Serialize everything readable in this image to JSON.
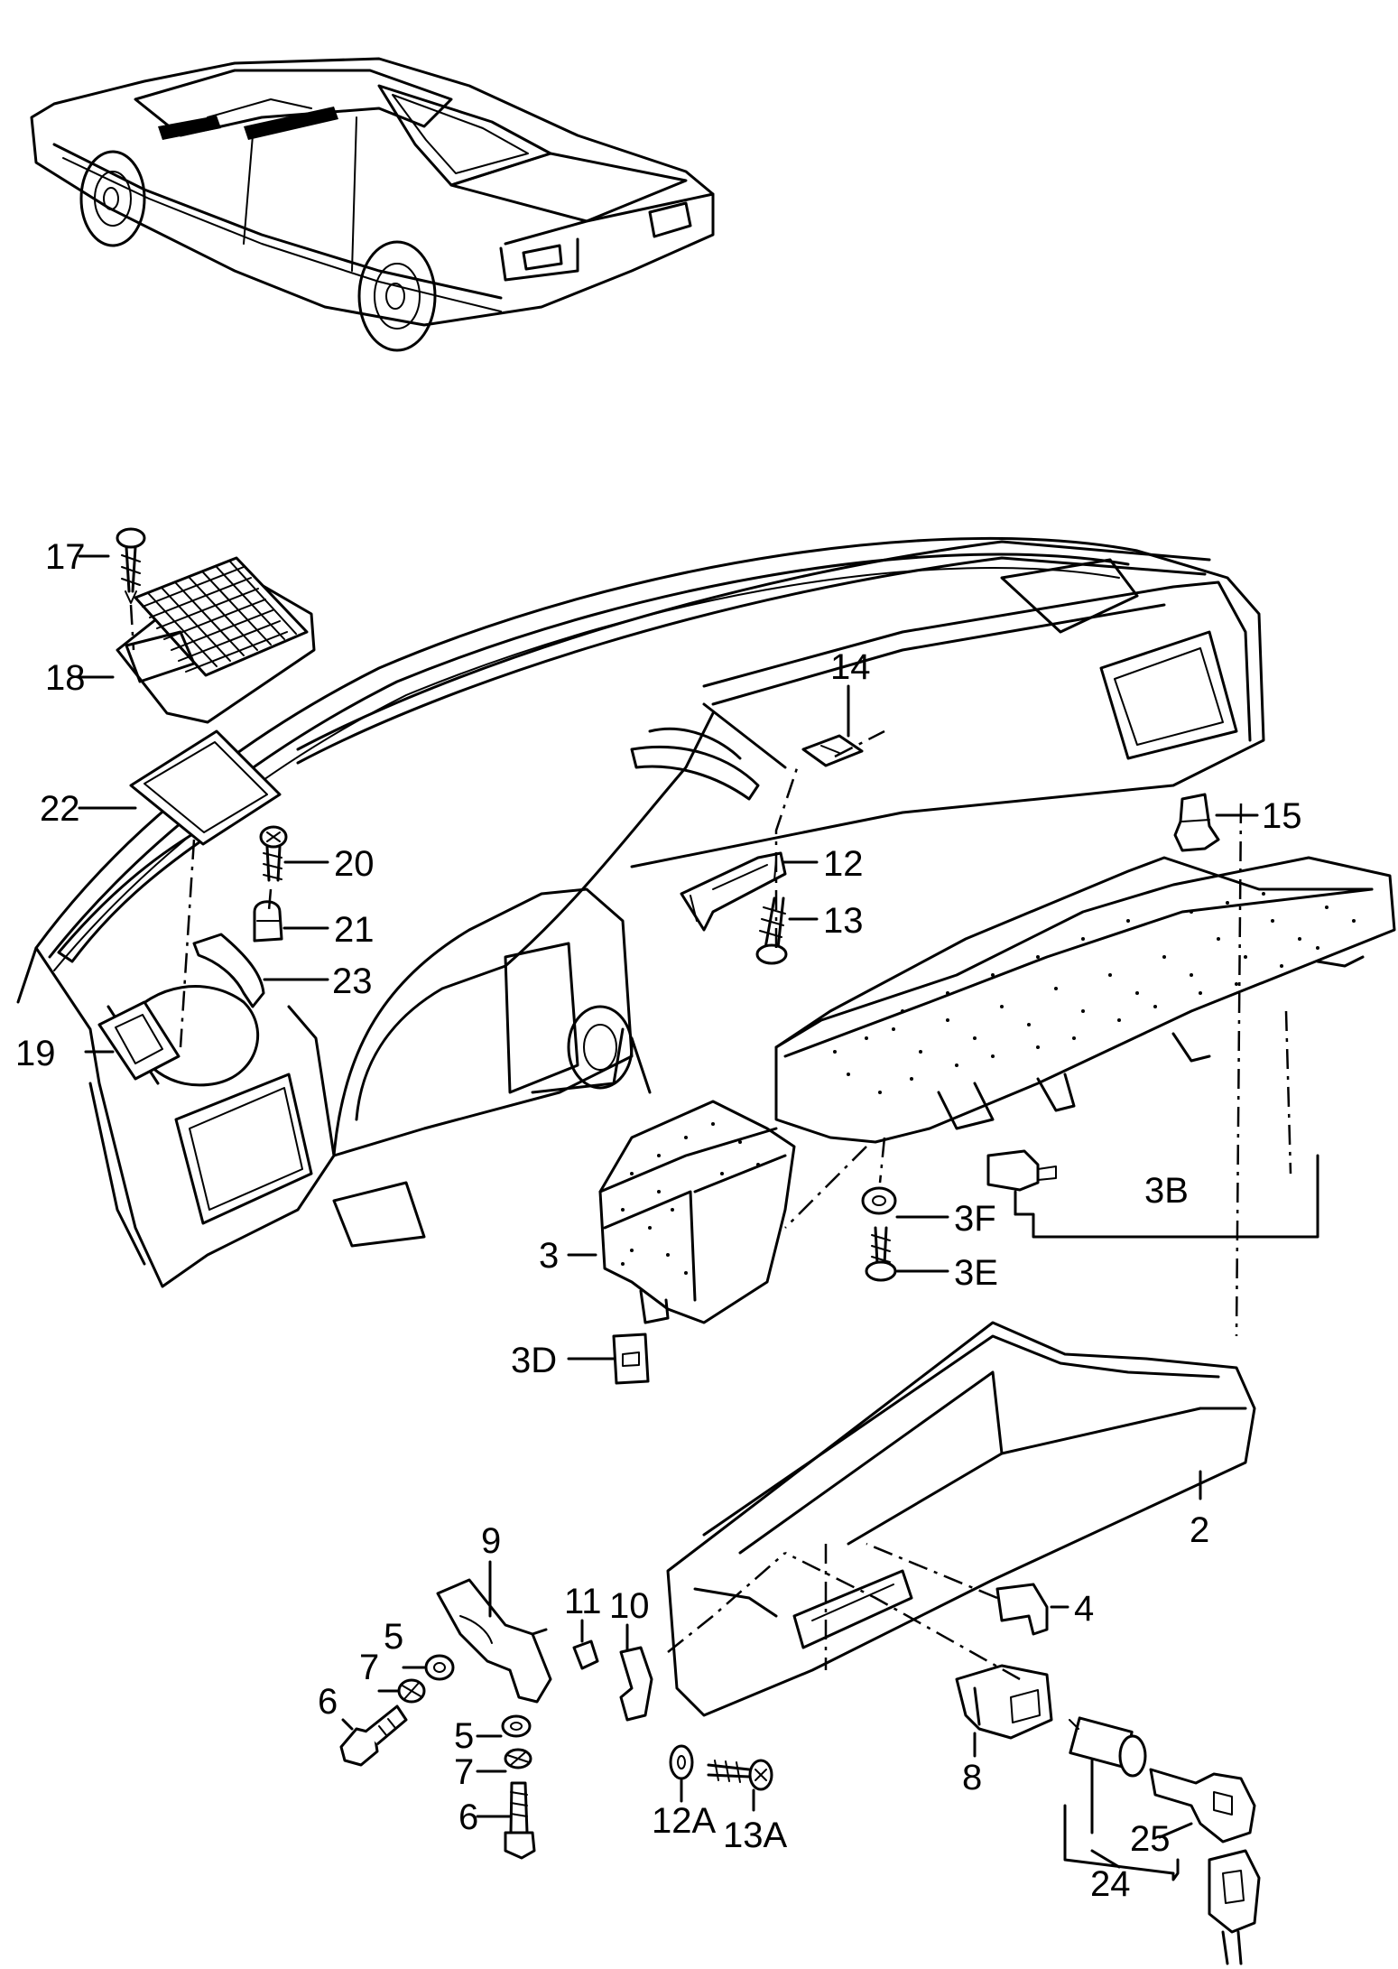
{
  "labels": {
    "l17": "17",
    "l18": "18",
    "l22": "22",
    "l20": "20",
    "l21": "21",
    "l23": "23",
    "l19": "19",
    "l14": "14",
    "l12": "12",
    "l13": "13",
    "l15": "15",
    "l3B": "3B",
    "l3F": "3F",
    "l3E": "3E",
    "l3": "3",
    "l3D": "3D",
    "l2": "2",
    "l4": "4",
    "l9": "9",
    "l11": "11",
    "l10": "10",
    "l5a": "5",
    "l7a": "7",
    "l6a": "6",
    "l5b": "5",
    "l7b": "7",
    "l6b": "6",
    "l12A": "12A",
    "l13A": "13A",
    "l8": "8",
    "l25": "25",
    "l24": "24"
  }
}
